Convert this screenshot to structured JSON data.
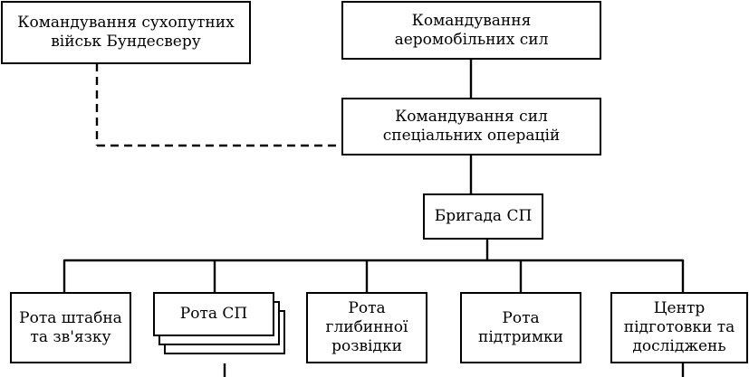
{
  "diagram": {
    "nodes": {
      "army_command": "Командування сухопутних\nвійськ Бундесверу",
      "airmobile_command": "Командування\nаеромобільних сил",
      "sof_command": "Командування сил\nспеціальних операцій",
      "brigade": "Бригада СП",
      "hq_signal_company": "Рота штабна\nта зв'язку",
      "sf_company": "Рота СП",
      "deep_recon_company": "Рота\nглибинної\nрозвідки",
      "support_company": "Рота\nпідтримки",
      "training_center": "Центр\nпідготовки та\nдосліджень"
    },
    "colors": {
      "line": "#000000",
      "box_border": "#000000",
      "background": "#ffffff"
    }
  }
}
